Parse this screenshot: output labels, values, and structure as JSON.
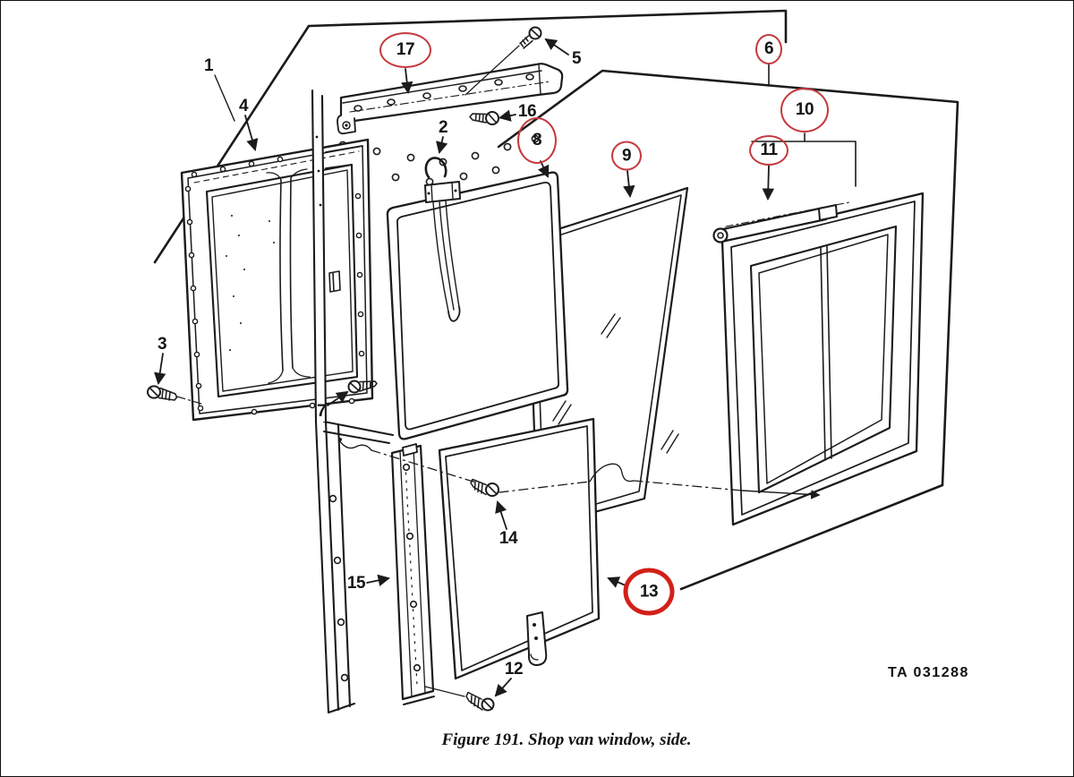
{
  "figure": {
    "caption": "Figure 191. Shop van window, side.",
    "figure_number": "191",
    "reference_code": "TA 031288",
    "type": "exploded-parts-diagram"
  },
  "colors": {
    "ink": "#1b1b1b",
    "circle_red": "#c4393d",
    "circle_red_bold": "#d32018",
    "background": "#ffffff"
  },
  "callouts": [
    {
      "number": "1",
      "circled": false
    },
    {
      "number": "2",
      "circled": false
    },
    {
      "number": "3",
      "circled": false
    },
    {
      "number": "4",
      "circled": false
    },
    {
      "number": "5",
      "circled": false
    },
    {
      "number": "6",
      "circled": true
    },
    {
      "number": "7",
      "circled": false
    },
    {
      "number": "8",
      "circled": true
    },
    {
      "number": "9",
      "circled": true
    },
    {
      "number": "10",
      "circled": true
    },
    {
      "number": "11",
      "circled": true
    },
    {
      "number": "12",
      "circled": false
    },
    {
      "number": "13",
      "circled": true,
      "bold_circle": true
    },
    {
      "number": "14",
      "circled": false
    },
    {
      "number": "15",
      "circled": false
    },
    {
      "number": "16",
      "circled": false
    },
    {
      "number": "17",
      "circled": true
    }
  ]
}
